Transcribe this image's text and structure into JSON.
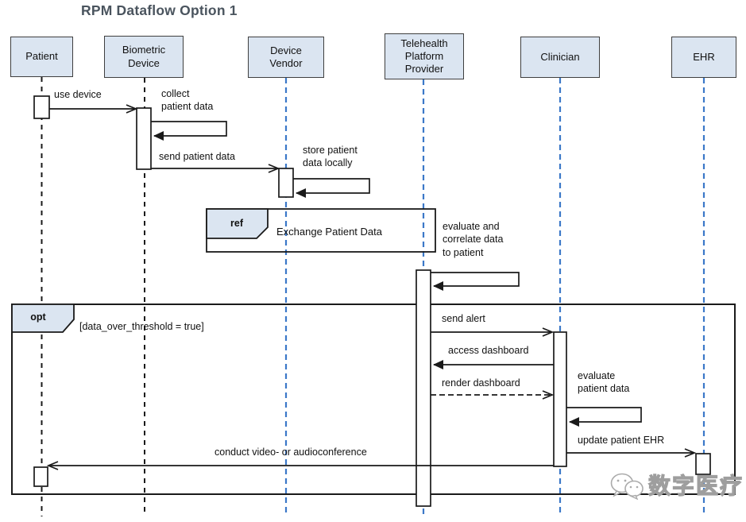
{
  "title": "RPM Dataflow Option 1",
  "actors": [
    {
      "label": "Patient"
    },
    {
      "label": "Biometric\nDevice"
    },
    {
      "label": "Device\nVendor"
    },
    {
      "label": "Telehealth\nPlatform\nProvider"
    },
    {
      "label": "Clinician"
    },
    {
      "label": "EHR"
    }
  ],
  "messages": {
    "use_device": "use device",
    "collect_patient_data": "collect\npatient data",
    "send_patient_data": "send patient data",
    "store_patient_data": "store patient\ndata locally",
    "evaluate_correlate": "evaluate and\ncorrelate data\nto patient",
    "send_alert": "send alert",
    "access_dashboard": "access dashboard",
    "render_dashboard": "render dashboard",
    "evaluate_patient_data": "evaluate\npatient data",
    "update_patient_ehr": "update patient EHR",
    "conduct_conference": "conduct video- or audioconference"
  },
  "fragments": {
    "ref": {
      "operator": "ref",
      "body": "Exchange Patient Data"
    },
    "opt": {
      "operator": "opt",
      "guard": "[data_over_threshold = true]"
    }
  },
  "watermark": {
    "text": "数字医疗"
  },
  "colors": {
    "actor_fill": "#dbe5f1",
    "lifeline_blue": "#3b78c8",
    "line_black": "#1a1a1a",
    "title": "#4a545e"
  }
}
